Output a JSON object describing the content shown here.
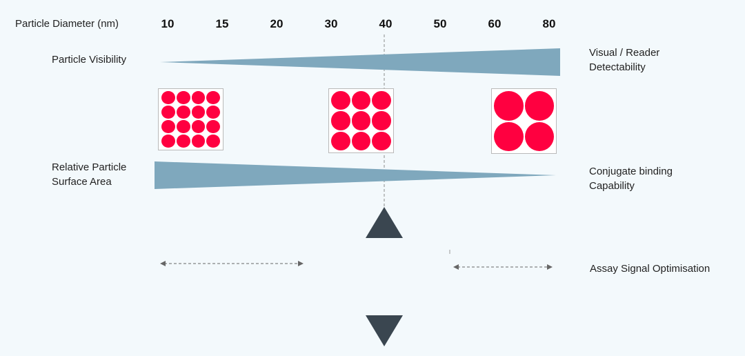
{
  "diagram": {
    "axis_label": "Particle Diameter (nm)",
    "ticks": [
      "10",
      "15",
      "20",
      "30",
      "40",
      "50",
      "60",
      "80"
    ],
    "rows": {
      "visibility_left": "Particle Visibility",
      "visibility_right": [
        "Visual / Reader",
        "Detectability"
      ],
      "surface_left": [
        "Relative Particle",
        "Surface Area"
      ],
      "surface_right": [
        "Conjugate binding",
        "Capability"
      ],
      "assay_right": "Assay Signal Optimisation"
    },
    "particle_grids": [
      {
        "size_nm": "10",
        "grid": 4
      },
      {
        "size_nm": "40",
        "grid": 3
      },
      {
        "size_nm": "80",
        "grid": 2
      }
    ],
    "colors": {
      "wedge": "#7fa8bd",
      "particle": "#ff0040",
      "marker": "#3a4650",
      "background": "#f3f9fc"
    },
    "icons": [
      "triangle-up-icon",
      "triangle-down-icon",
      "double-arrow-icon"
    ]
  }
}
